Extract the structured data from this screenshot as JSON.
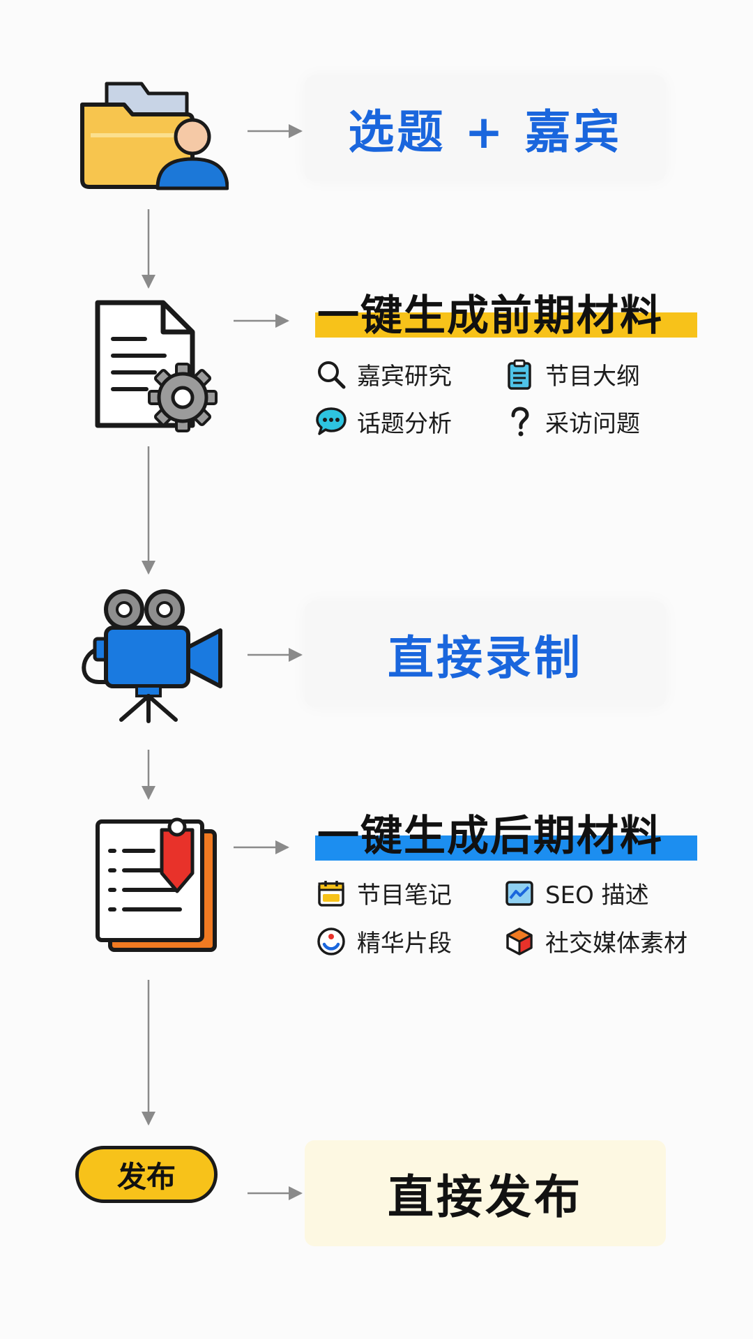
{
  "steps": {
    "s1": {
      "title": "选题 + 嘉宾"
    },
    "s2": {
      "title": "一键生成前期材料",
      "items": [
        "嘉宾研究",
        "节目大纲",
        "话题分析",
        "采访问题"
      ]
    },
    "s3": {
      "title": "直接录制"
    },
    "s4": {
      "title": "一键生成后期材料",
      "items": [
        "节目笔记",
        "SEO 描述",
        "精华片段",
        "社交媒体素材"
      ]
    },
    "s5": {
      "badge": "发布",
      "title": "直接发布"
    }
  },
  "colors": {
    "blue": "#1a66dd",
    "yellow": "#f7c21a",
    "bar_blue": "#1c8ef0",
    "arrow": "#8a8a8a"
  },
  "icons": {
    "s1": "folder-user-icon",
    "s2": "document-gear-icon",
    "s3": "video-camera-icon",
    "s4": "notes-pin-icon",
    "s2_items": [
      "search-icon",
      "clipboard-icon",
      "chat-bubble-icon",
      "question-icon"
    ],
    "s4_items": [
      "calendar-icon",
      "chart-icon",
      "clip-icon",
      "cube-icon"
    ]
  }
}
